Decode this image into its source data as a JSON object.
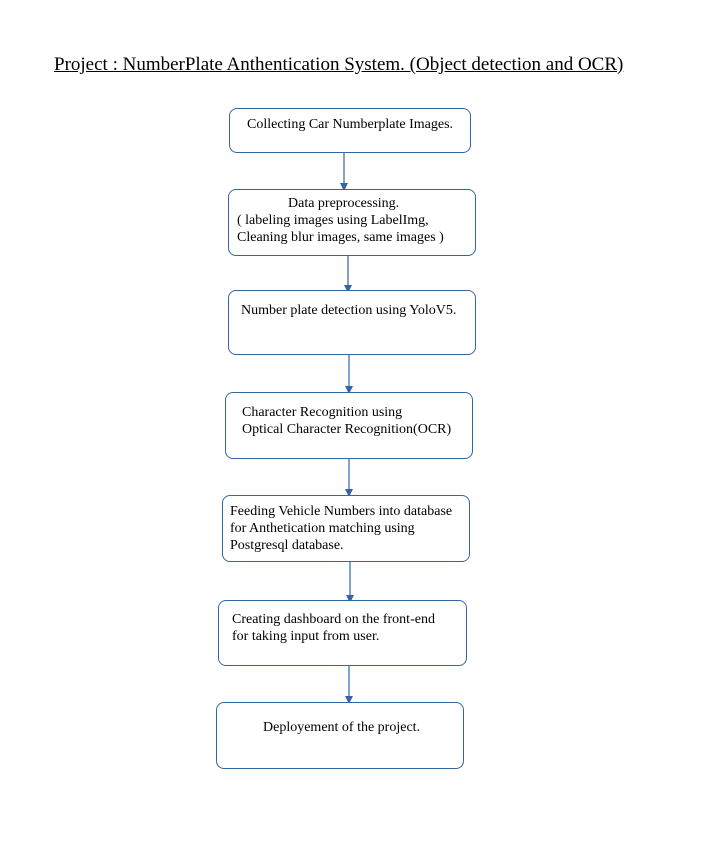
{
  "title": "Project : NumberPlate Anthentication System. (Object detection and OCR)",
  "steps": [
    {
      "lines": [
        "Collecting Car Numberplate Images."
      ]
    },
    {
      "lines": [
        "Data preprocessing.",
        "( labeling images using LabelImg,",
        "Cleaning blur images, same images )"
      ]
    },
    {
      "lines": [
        "Number plate detection using YoloV5."
      ]
    },
    {
      "lines": [
        "Character Recognition  using",
        "Optical Character Recognition(OCR)"
      ]
    },
    {
      "lines": [
        "Feeding Vehicle Numbers into database",
        "for Anthetication matching using",
        "Postgresql database."
      ]
    },
    {
      "lines": [
        "Creating dashboard on the front-end",
        "for taking input from user."
      ]
    },
    {
      "lines": [
        "Deployement of the project."
      ]
    }
  ],
  "colors": {
    "box_border": "#3465a4",
    "arrow": "#3465a4",
    "text": "#000000"
  }
}
